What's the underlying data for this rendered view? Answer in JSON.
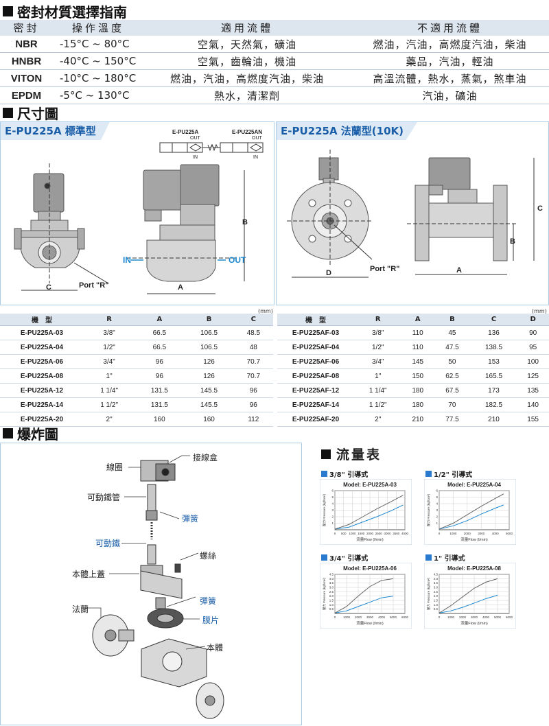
{
  "seal_section": {
    "title": "密封材質選擇指南",
    "headers": [
      "密封",
      "操作溫度",
      "適用流體",
      "不適用流體"
    ],
    "rows": [
      {
        "name": "NBR",
        "temp": "-15°C ~ 80°C",
        "suitable": "空氣，天然氣，礦油",
        "unsuitable": "燃油，汽油，高燃度汽油，柴油"
      },
      {
        "name": "HNBR",
        "temp": "-40°C ~ 150°C",
        "suitable": "空氣，齒輪油，機油",
        "unsuitable": "藥品，汽油，輕油"
      },
      {
        "name": "VITON",
        "temp": "-10°C ~ 180°C",
        "suitable": "燃油，汽油，高燃度汽油，柴油",
        "unsuitable": "高溫流體，熱水，蒸氣，煞車油"
      },
      {
        "name": "EPDM",
        "temp": "-5°C ~ 130°C",
        "suitable": "熱水，清潔劑",
        "unsuitable": "汽油，礦油"
      }
    ]
  },
  "dimension_section": {
    "title": "尺寸圖",
    "standard": {
      "tab": "E-PU225A 標準型",
      "symbol_labels": [
        "E-PU225A",
        "E-PU225AN"
      ],
      "out_label": "OUT",
      "in_label": "IN",
      "flow_in": "IN",
      "flow_out": "OUT",
      "port_label": "Port \"R\"",
      "dim_labels": {
        "a": "A",
        "b": "B",
        "c": "C"
      }
    },
    "flange": {
      "tab": "E-PU225A 法蘭型(10K)",
      "port_label": "Port \"R\"",
      "dim_labels": {
        "a": "A",
        "b": "B",
        "c": "C",
        "d": "D"
      }
    }
  },
  "spec_tables": {
    "unit": "(mm)",
    "standard": {
      "headers": [
        "機　型",
        "R",
        "A",
        "B",
        "C"
      ],
      "rows": [
        [
          "E-PU225A-03",
          "3/8\"",
          "66.5",
          "106.5",
          "48.5"
        ],
        [
          "E-PU225A-04",
          "1/2\"",
          "66.5",
          "106.5",
          "48"
        ],
        [
          "E-PU225A-06",
          "3/4\"",
          "96",
          "126",
          "70.7"
        ],
        [
          "E-PU225A-08",
          "1\"",
          "96",
          "126",
          "70.7"
        ],
        [
          "E-PU225A-12",
          "1 1/4\"",
          "131.5",
          "145.5",
          "96"
        ],
        [
          "E-PU225A-14",
          "1 1/2\"",
          "131.5",
          "145.5",
          "96"
        ],
        [
          "E-PU225A-20",
          "2\"",
          "160",
          "160",
          "112"
        ]
      ]
    },
    "flange": {
      "headers": [
        "機　型",
        "R",
        "A",
        "B",
        "C",
        "D"
      ],
      "rows": [
        [
          "E-PU225AF-03",
          "3/8\"",
          "110",
          "45",
          "136",
          "90"
        ],
        [
          "E-PU225AF-04",
          "1/2\"",
          "110",
          "47.5",
          "138.5",
          "95"
        ],
        [
          "E-PU225AF-06",
          "3/4\"",
          "145",
          "50",
          "153",
          "100"
        ],
        [
          "E-PU225AF-08",
          "1\"",
          "150",
          "62.5",
          "165.5",
          "125"
        ],
        [
          "E-PU225AF-12",
          "1 1/4\"",
          "180",
          "67.5",
          "173",
          "135"
        ],
        [
          "E-PU225AF-14",
          "1 1/2\"",
          "180",
          "70",
          "182.5",
          "140"
        ],
        [
          "E-PU225AF-20",
          "2\"",
          "210",
          "77.5",
          "210",
          "155"
        ]
      ]
    }
  },
  "exploded_section": {
    "title": "爆炸圖",
    "labels": {
      "coil": "線圈",
      "junction_box": "接線盒",
      "moving_tube": "可動鐵管",
      "spring1": "彈簧",
      "plunger": "可動鐵",
      "screw": "螺絲",
      "body_cover": "本體上蓋",
      "flange": "法蘭",
      "spring2": "彈簧",
      "diaphragm": "膜片",
      "body": "本體"
    }
  },
  "flow_section": {
    "title": "流量表",
    "y_axis_label": "壓力 Pressure (kgf/cm²)",
    "x_axis_label": "流量Flow (l/min)"
  },
  "chart_data": [
    {
      "type": "line",
      "caption": "3/8\" 引導式",
      "title": "Model: E-PU225A-03",
      "xlabel": "流量Flow (l/min)",
      "ylabel": "壓力 Pressure (kgf/cm²)",
      "x_ticks": [
        "0",
        "500",
        "1000",
        "1500",
        "2000",
        "2500",
        "3000",
        "3500",
        "4000"
      ],
      "y_ticks": [
        "1",
        "2",
        "3",
        "4",
        "5",
        "6"
      ],
      "xlim": [
        0,
        4000
      ],
      "ylim": [
        0,
        6
      ],
      "series": [
        {
          "color": "#1e88d0",
          "x": [
            0,
            800,
            1600,
            2400,
            3200,
            3900
          ],
          "y": [
            0.1,
            0.4,
            1.2,
            2.0,
            2.9,
            3.8
          ]
        },
        {
          "color": "#666666",
          "x": [
            0,
            800,
            1600,
            2400,
            3200,
            3900
          ],
          "y": [
            0.1,
            0.8,
            2.0,
            3.2,
            4.3,
            5.3
          ]
        }
      ]
    },
    {
      "type": "line",
      "caption": "1/2\" 引導式",
      "title": "Model: E-PU225A-04",
      "xlabel": "流量Flow (l/min)",
      "ylabel": "壓力 Pressure (kgf/cm²)",
      "x_ticks": [
        "0",
        "1000",
        "2000",
        "3000",
        "4000",
        "5000"
      ],
      "y_ticks": [
        "1",
        "2",
        "3",
        "4",
        "5",
        "6"
      ],
      "xlim": [
        0,
        5000
      ],
      "ylim": [
        0,
        6
      ],
      "series": [
        {
          "color": "#1e88d0",
          "x": [
            0,
            1000,
            2000,
            3000,
            4000,
            4600
          ],
          "y": [
            0.1,
            0.6,
            1.4,
            2.4,
            3.3,
            3.8
          ]
        },
        {
          "color": "#666666",
          "x": [
            0,
            1000,
            2000,
            3000,
            4000,
            4600
          ],
          "y": [
            0.1,
            1.0,
            2.3,
            3.6,
            4.8,
            5.5
          ]
        }
      ]
    },
    {
      "type": "line",
      "caption": "3/4\" 引導式",
      "title": "Model: E-PU225A-06",
      "xlabel": "流量Flow (l/min)",
      "ylabel": "壓力 Pressure (kgf/cm²)",
      "x_ticks": [
        "0",
        "1000",
        "2000",
        "3000",
        "4000",
        "5000",
        "6000"
      ],
      "y_ticks": [
        "0.5",
        "1.0",
        "1.5",
        "2.0",
        "2.5",
        "3.0",
        "3.5",
        "4.0",
        "4.5"
      ],
      "xlim": [
        0,
        6000
      ],
      "ylim": [
        0,
        4.5
      ],
      "series": [
        {
          "color": "#1e88d0",
          "x": [
            0,
            1000,
            2000,
            3000,
            4000,
            5000
          ],
          "y": [
            0.05,
            0.3,
            0.8,
            1.3,
            1.8,
            2.0
          ]
        },
        {
          "color": "#666666",
          "x": [
            0,
            1000,
            2000,
            3000,
            4000,
            5000
          ],
          "y": [
            0.05,
            0.8,
            2.0,
            3.1,
            3.8,
            4.0
          ]
        }
      ]
    },
    {
      "type": "line",
      "caption": "1\" 引導式",
      "title": "Model: E-PU225A-08",
      "xlabel": "流量Flow (l/min)",
      "ylabel": "壓力 Pressure (kgf/cm²)",
      "x_ticks": [
        "0",
        "1000",
        "2000",
        "3000",
        "4000",
        "5000",
        "6000"
      ],
      "y_ticks": [
        "0.5",
        "1.0",
        "1.5",
        "2.0",
        "2.5",
        "3.0",
        "3.5",
        "4.0",
        "4.5"
      ],
      "xlim": [
        0,
        6000
      ],
      "ylim": [
        0,
        4.5
      ],
      "series": [
        {
          "color": "#1e88d0",
          "x": [
            0,
            1000,
            2000,
            3000,
            4000,
            5000
          ],
          "y": [
            0.05,
            0.3,
            0.7,
            1.2,
            1.7,
            2.1
          ]
        },
        {
          "color": "#666666",
          "x": [
            0,
            1000,
            2000,
            3000,
            4000,
            5000
          ],
          "y": [
            0.05,
            0.9,
            1.9,
            2.9,
            3.6,
            4.0
          ]
        }
      ]
    }
  ]
}
